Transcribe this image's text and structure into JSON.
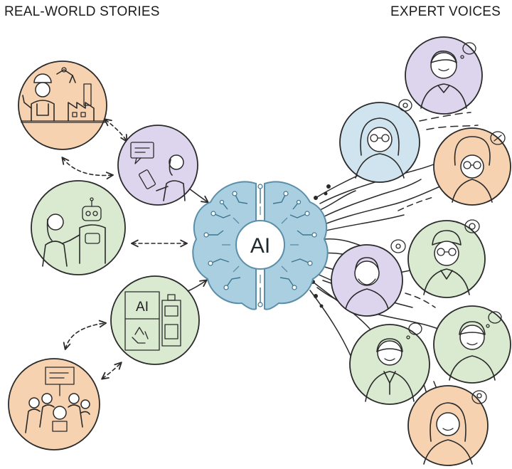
{
  "headings": {
    "left": "REAL-WORLD STORIES",
    "right": "EXPERT VOICES"
  },
  "center": {
    "label": "AI",
    "icon": "circuit-brain-icon"
  },
  "sign_label": "AI",
  "colors": {
    "orange": "#f6d2b0",
    "lavender": "#ddd5ee",
    "green": "#d9ead0",
    "blue": "#cfe4ee",
    "brain": "#a9cfe0",
    "brain_stroke": "#5b8ea8",
    "ink": "#2a2a2a"
  },
  "stories": [
    {
      "name": "factory-worker",
      "icon": "factory-worker-icon",
      "color": "orange"
    },
    {
      "name": "tablet-user",
      "icon": "tablet-user-icon",
      "color": "lavender"
    },
    {
      "name": "woman-with-robot",
      "icon": "robot-icon",
      "color": "green"
    },
    {
      "name": "recycling-machine",
      "icon": "recycling-icon",
      "color": "green"
    },
    {
      "name": "community-group",
      "icon": "group-icon",
      "color": "orange"
    }
  ],
  "experts": [
    {
      "name": "expert-man-top",
      "color": "lavender"
    },
    {
      "name": "expert-woman-glasses",
      "color": "blue"
    },
    {
      "name": "expert-older-woman",
      "color": "orange"
    },
    {
      "name": "expert-man-glasses",
      "color": "green"
    },
    {
      "name": "expert-bearded-man",
      "color": "lavender"
    },
    {
      "name": "expert-young-man",
      "color": "green"
    },
    {
      "name": "expert-man-suit",
      "color": "green"
    },
    {
      "name": "expert-woman-bottom",
      "color": "orange"
    }
  ]
}
